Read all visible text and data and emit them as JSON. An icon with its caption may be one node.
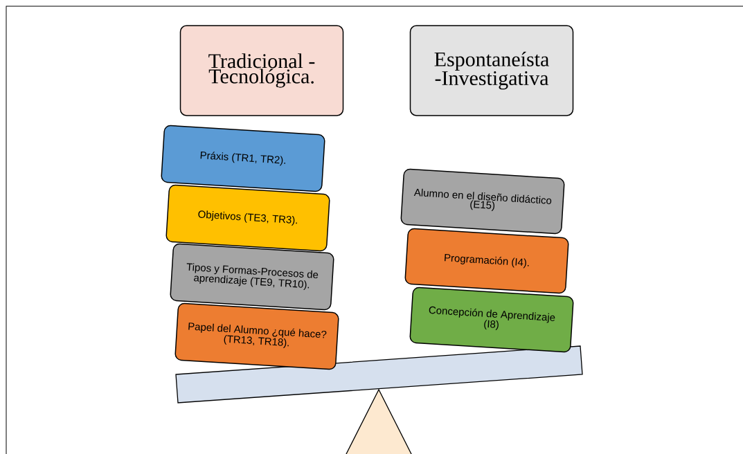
{
  "diagram": {
    "nodes": [
      {
        "text": [
          "Tradicional - Tecnológica."
        ]
      },
      {
        "text": [
          "Espontaneísta -Investigativa"
        ]
      },
      {
        "text": [
          "Práxis (TR1, TR2)."
        ]
      },
      {
        "text": [
          "Objetivos (TE3, TR3)."
        ]
      },
      {
        "text": [
          "Tipos y Formas-Procesos de aprendizaje (TE9, TR10)."
        ]
      },
      {
        "text": [
          "Papel del Alumno ¿qué hace? (TR13, TR18)."
        ]
      },
      {
        "text": [
          "Alumno en el diseño didáctico (E15)"
        ]
      },
      {
        "text": [
          "Programación (I4)."
        ]
      },
      {
        "text": [
          "Concepción de Aprendizaje (I8)"
        ]
      }
    ]
  }
}
